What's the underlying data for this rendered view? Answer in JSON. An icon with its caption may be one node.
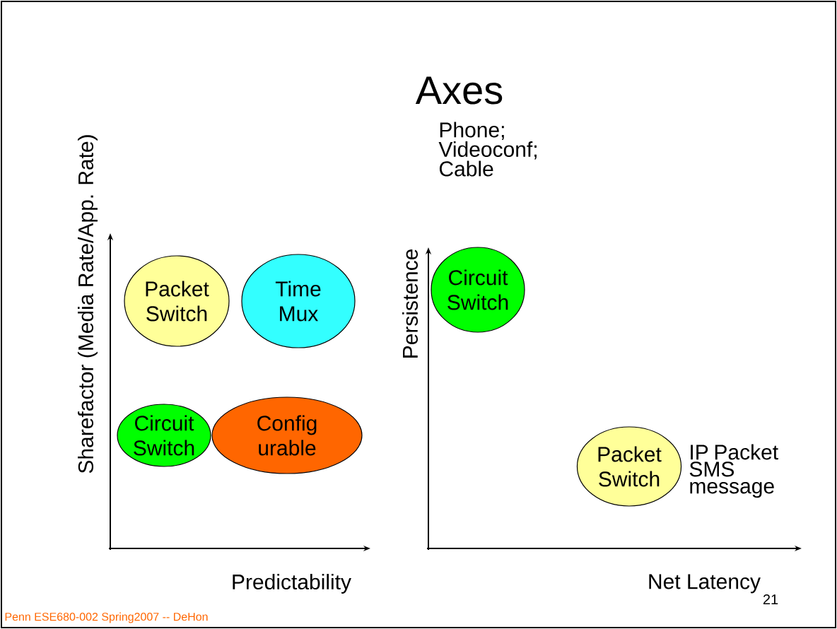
{
  "diagram": {
    "title": "Axes",
    "nodes": [
      {
        "text": [
          "Packet Switch"
        ]
      },
      {
        "text": [
          "Time Mux"
        ]
      },
      {
        "text": [
          "Config urable"
        ]
      },
      {
        "text": [
          "Circuit Switch"
        ]
      },
      {
        "text": [
          "Circuit Switch"
        ],
        "beside": [
          "Phone; Videoconf; Cable"
        ]
      },
      {
        "text": [
          "Packet Switch"
        ],
        "beside": [
          "IP Packet SMS message"
        ]
      }
    ],
    "edges": [],
    "labels": [
      "Sharefactor (Media Rate/App. Rate)",
      "Predictability",
      "Persistence",
      "Net Latency",
      "21",
      "Penn ESE680-002 Spring2007 -- DeHon"
    ]
  }
}
